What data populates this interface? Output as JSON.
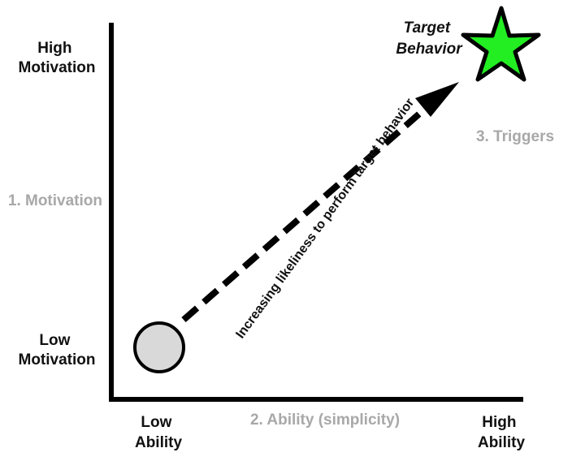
{
  "y_axis": {
    "high_line1": "High",
    "high_line2": "Motivation",
    "middle": "1. Motivation",
    "low_line1": "Low",
    "low_line2": "Motivation"
  },
  "x_axis": {
    "low_line1": "Low",
    "low_line2": "Ability",
    "middle": "2. Ability (simplicity)",
    "high_line1": "High",
    "high_line2": "Ability"
  },
  "target": {
    "line1": "Target",
    "line2": "Behavior"
  },
  "triggers": "3. Triggers",
  "arrow_label": "Increasing likeliness to perform target behavior",
  "colors": {
    "star_fill": "#22ee22",
    "circle_fill": "#d9d9d9",
    "gray_text": "#a8a8a8",
    "axis": "#000000"
  }
}
